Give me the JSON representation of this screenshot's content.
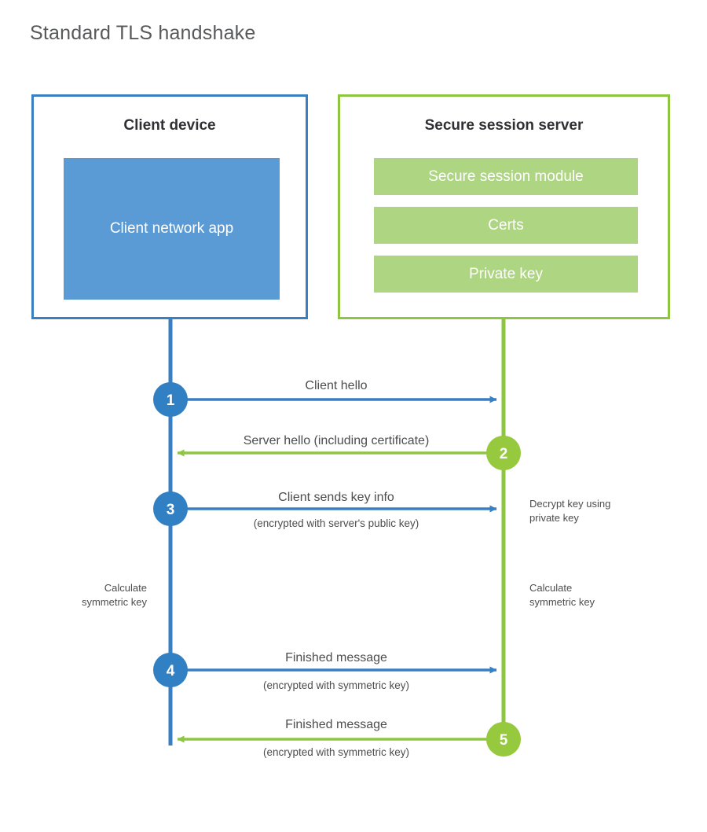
{
  "title": "Standard TLS handshake",
  "colors": {
    "client_accent": "#3a7fc1",
    "client_fill": "#5b9bd5",
    "client_circle": "#3180c4",
    "server_accent": "#8ec641",
    "server_fill": "#aed581",
    "server_circle": "#96c93d",
    "text": "#4c4d4f",
    "title_text": "#58595b",
    "background": "#ffffff"
  },
  "client": {
    "title": "Client device",
    "app_label": "Client network app",
    "lifeline_name": "client-lifeline"
  },
  "server": {
    "title": "Secure session server",
    "components": [
      {
        "label": "Secure session module"
      },
      {
        "label": "Certs"
      },
      {
        "label": "Private key"
      }
    ],
    "lifeline_name": "server-lifeline"
  },
  "steps": [
    {
      "number": "1",
      "origin": "client",
      "direction": "client-to-server",
      "label": "Client hello",
      "sublabel": ""
    },
    {
      "number": "2",
      "origin": "server",
      "direction": "server-to-client",
      "label": "Server hello (including certificate)",
      "sublabel": ""
    },
    {
      "number": "3",
      "origin": "client",
      "direction": "client-to-server",
      "label": "Client sends key info",
      "sublabel": "(encrypted with server's public key)"
    },
    {
      "number": "4",
      "origin": "client",
      "direction": "client-to-server",
      "label": "Finished message",
      "sublabel": "(encrypted with symmetric key)"
    },
    {
      "number": "5",
      "origin": "server",
      "direction": "server-to-client",
      "label": "Finished message",
      "sublabel": "(encrypted with symmetric key)"
    }
  ],
  "annotations": {
    "server_decrypt_line1": "Decrypt key using",
    "server_decrypt_line2": "private key",
    "client_calc_line1": "Calculate",
    "client_calc_line2": "symmetric key",
    "server_calc_line1": "Calculate",
    "server_calc_line2": "symmetric key"
  }
}
